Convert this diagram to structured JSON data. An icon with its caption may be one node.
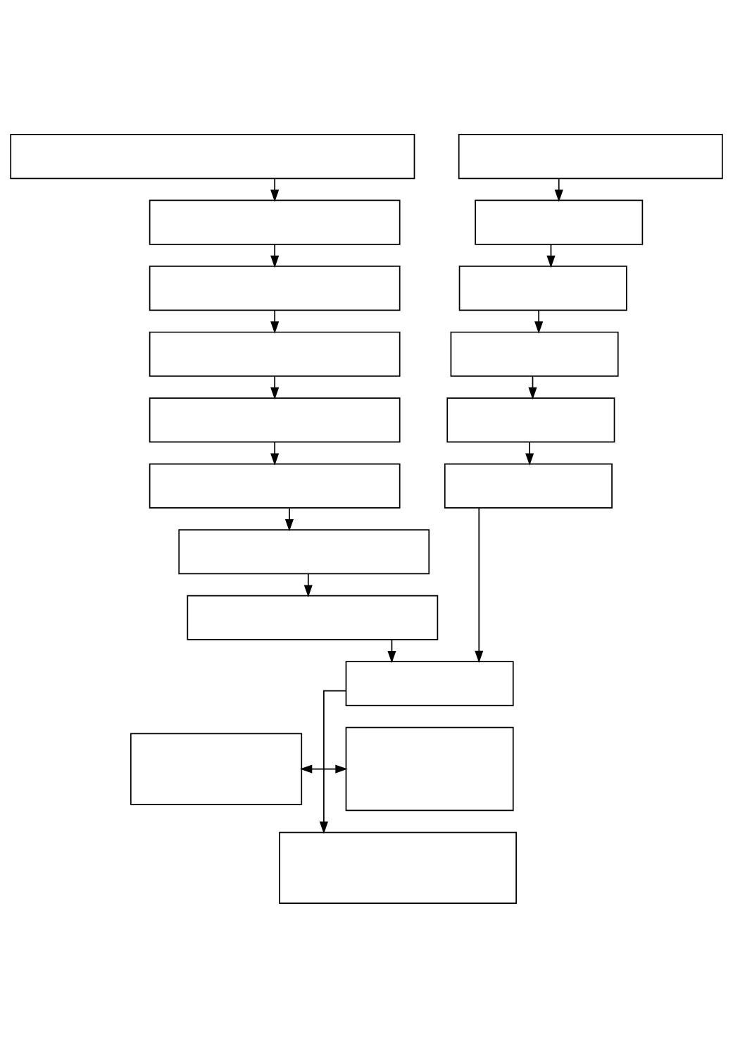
{
  "diagram": {
    "nodes": [
      {
        "text": [],
        "shape": "box"
      },
      {
        "text": [],
        "shape": "box"
      },
      {
        "text": [],
        "shape": "box"
      },
      {
        "text": [],
        "shape": "box"
      },
      {
        "text": [],
        "shape": "box"
      },
      {
        "text": [],
        "shape": "box"
      },
      {
        "text": [],
        "shape": "box"
      },
      {
        "text": [],
        "shape": "box"
      },
      {
        "text": [],
        "shape": "box"
      },
      {
        "text": [],
        "shape": "box"
      },
      {
        "text": [],
        "shape": "box"
      },
      {
        "text": [],
        "shape": "box"
      },
      {
        "text": [],
        "shape": "box"
      },
      {
        "text": [],
        "shape": "box"
      },
      {
        "text": [],
        "shape": "box"
      },
      {
        "text": [],
        "shape": "box"
      },
      {
        "text": [],
        "shape": "box"
      },
      {
        "text": [],
        "shape": "box"
      }
    ],
    "edges": [
      {
        "from": 0,
        "to": 1,
        "arrow": "to"
      },
      {
        "from": 1,
        "to": 2,
        "arrow": "to"
      },
      {
        "from": 2,
        "to": 3,
        "arrow": "to"
      },
      {
        "from": 3,
        "to": 4,
        "arrow": "to"
      },
      {
        "from": 4,
        "to": 5,
        "arrow": "to"
      },
      {
        "from": 5,
        "to": 6,
        "arrow": "to"
      },
      {
        "from": 6,
        "to": 7,
        "arrow": "to"
      },
      {
        "from": 8,
        "to": 9,
        "arrow": "to"
      },
      {
        "from": 9,
        "to": 10,
        "arrow": "to"
      },
      {
        "from": 10,
        "to": 11,
        "arrow": "to"
      },
      {
        "from": 11,
        "to": 12,
        "arrow": "to"
      },
      {
        "from": 12,
        "to": 13,
        "arrow": "to"
      },
      {
        "from": 7,
        "to": 14,
        "arrow": "to"
      },
      {
        "from": 13,
        "to": 14,
        "arrow": "to"
      },
      {
        "from": 15,
        "to": 16,
        "arrow": "both"
      },
      {
        "from": 14,
        "to": 17,
        "arrow": "to"
      }
    ]
  }
}
